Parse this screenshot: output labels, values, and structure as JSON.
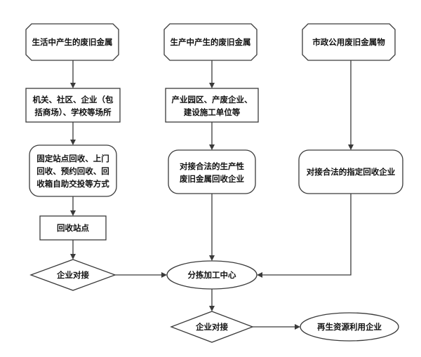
{
  "diagram": {
    "sources": {
      "household": "生活中产生的废旧金属",
      "production": "生产中产生的废旧金属",
      "municipal": "市政公用废旧金属物"
    },
    "places": {
      "institutions": [
        "机关、社区、企业（包",
        "括商场）、学校等场所"
      ],
      "industry": [
        "产业园区、产废企业、",
        "建设施工单位等"
      ]
    },
    "methods": {
      "collection": [
        "固定站点回收、上门",
        "回收、预约回收、回",
        "收箱自助交投等方式"
      ],
      "production_enterprise": [
        "对接合法的生产性",
        "废旧金属回收企业"
      ],
      "designated_enterprise": "对接合法的指定回收企业"
    },
    "station": "回收站点",
    "dock_left": "企业对接",
    "center": "分拣加工中心",
    "dock_bottom": "企业对接",
    "recycler": "再生资源利用企业"
  }
}
